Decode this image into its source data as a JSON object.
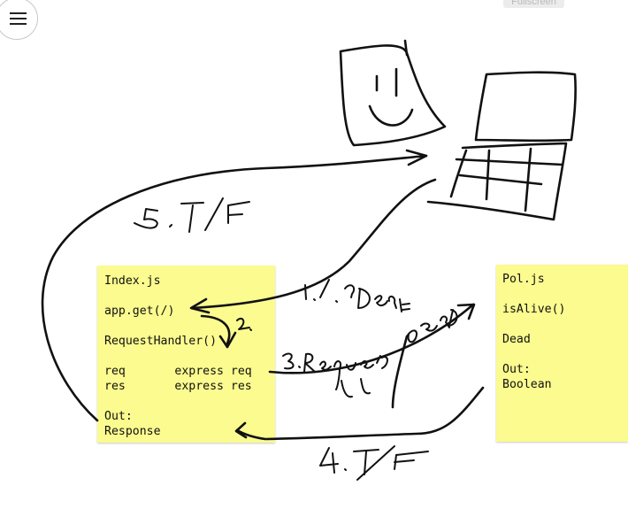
{
  "toolbar": {
    "menu_icon": "hamburger-menu-icon",
    "fullscreen_label": "Fullscreen"
  },
  "notes": {
    "index": {
      "title": "Index.js",
      "route": "app.get(/)",
      "handler": "RequestHandler()",
      "req_row": "req       express req",
      "res_row": "res       express res",
      "out_label": "Out:",
      "out_value": "Response"
    },
    "pol": {
      "title": "Pol.js",
      "function": "isAlive()",
      "param": "Dead",
      "out_label": "Out:",
      "out_value": "Boolean"
    }
  },
  "drawing_labels": {
    "step_1": "1./.?Dead=",
    "step_2": "2.",
    "step_3": "3.Req.query.Dead",
    "step_4": "4.T/F",
    "step_5": "5.T/F"
  },
  "colors": {
    "sticky": "#fbfb8f",
    "ink": "#111111",
    "background": "#ffffff"
  }
}
